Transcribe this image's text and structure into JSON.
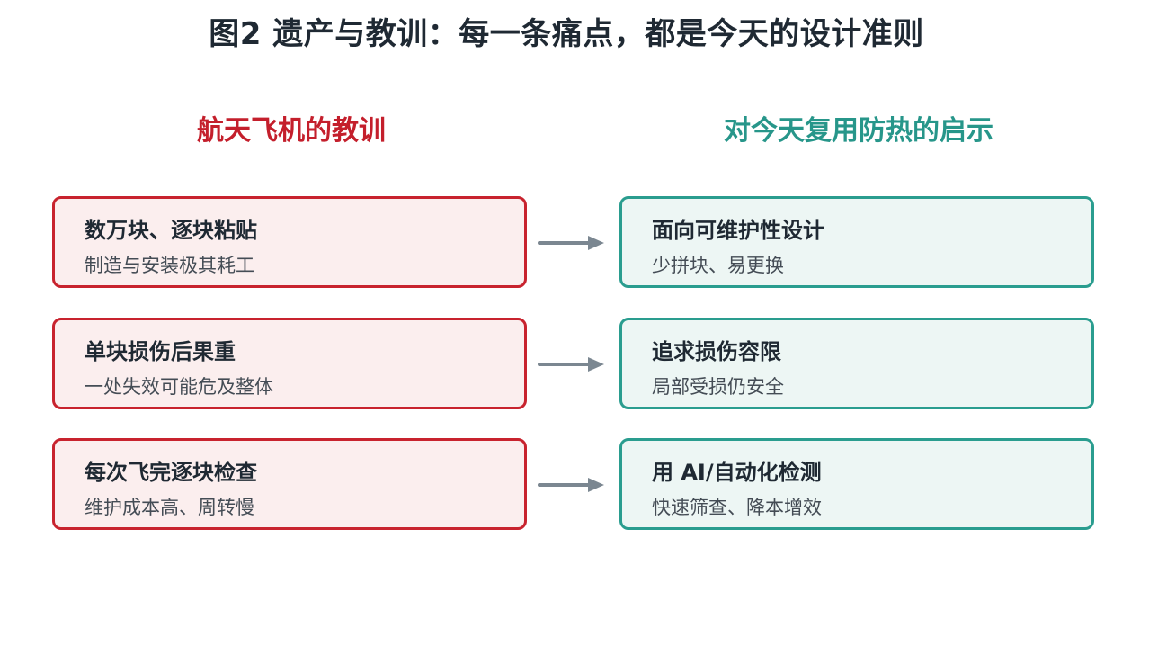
{
  "title": "图2  遗产与教训：每一条痛点，都是今天的设计准则",
  "left_column": {
    "heading": "航天飞机的教训",
    "items": [
      {
        "title": "数万块、逐块粘贴",
        "subtitle": "制造与安装极其耗工"
      },
      {
        "title": "单块损伤后果重",
        "subtitle": "一处失效可能危及整体"
      },
      {
        "title": "每次飞完逐块检查",
        "subtitle": "维护成本高、周转慢"
      }
    ]
  },
  "right_column": {
    "heading": "对今天复用防热的启示",
    "items": [
      {
        "title": "面向可维护性设计",
        "subtitle": "少拼块、易更换"
      },
      {
        "title": "追求损伤容限",
        "subtitle": "局部受损仍安全"
      },
      {
        "title": "用 AI/自动化检测",
        "subtitle": "快速筛查、降本增效"
      }
    ]
  },
  "colors": {
    "lesson_border": "#c8232e",
    "lesson_fill": "#fbeeee",
    "lesson_heading": "#c41f2c",
    "insight_border": "#2a9d8f",
    "insight_fill": "#edf6f4",
    "insight_heading": "#27968a",
    "arrow": "#7b8791"
  },
  "icons": {
    "connector": "right-arrow-icon"
  }
}
